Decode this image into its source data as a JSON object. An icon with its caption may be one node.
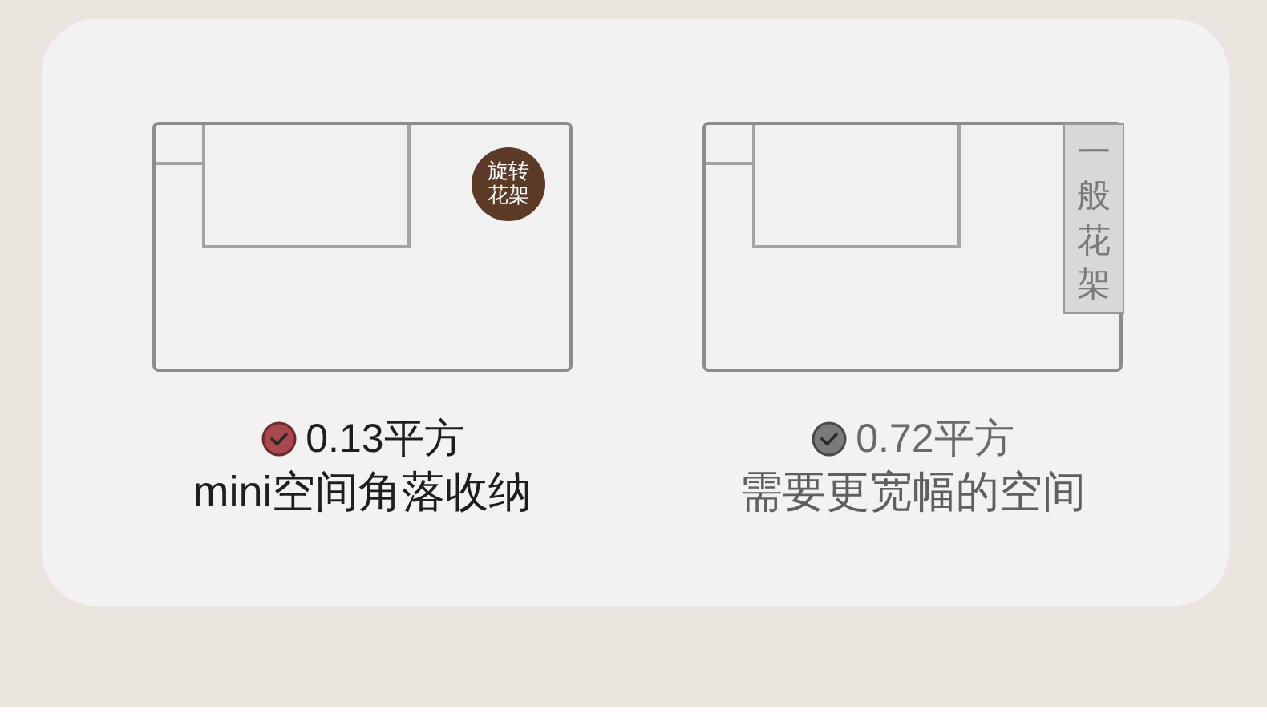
{
  "diagram": {
    "nodes": [
      {
        "text": [],
        "shape": "box",
        "beside": [
          "0.13平方",
          "mini空间角落收纳"
        ]
      },
      {
        "text": [
          "旋转花架"
        ],
        "in": 0
      },
      {
        "text": [],
        "shape": "box",
        "beside": [
          "0.72平方",
          "需要更宽幅的空间"
        ]
      },
      {
        "text": [
          "一般花架"
        ],
        "in": 2
      }
    ],
    "edges": []
  }
}
